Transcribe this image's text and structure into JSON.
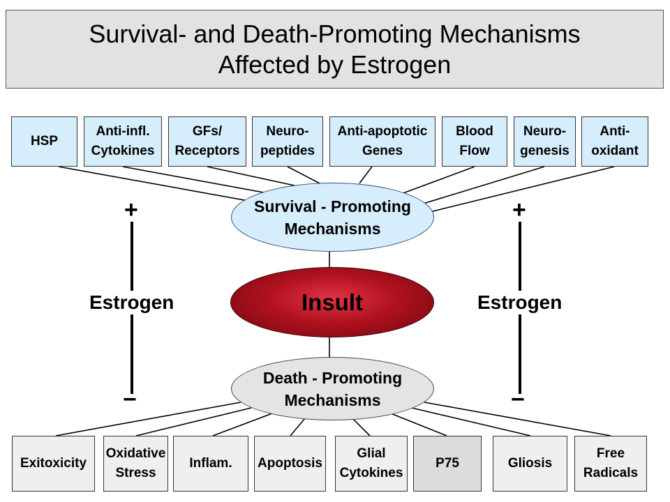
{
  "title": {
    "line1": "Survival- and Death-Promoting Mechanisms",
    "line2": "Affected by Estrogen"
  },
  "survival_factors": [
    "HSP",
    "Anti-infl.\nCytokines",
    "GFs/\nReceptors",
    "Neuro-\npeptides",
    "Anti-apoptotic\nGenes",
    "Blood\nFlow",
    "Neuro-\ngenesis",
    "Anti-\noxidant"
  ],
  "death_factors": [
    "Exitoxicity",
    "Oxidative\nStress",
    "Inflam.",
    "Apoptosis",
    "Glial\nCytokines",
    "P75",
    "Gliosis",
    "Free\nRadicals"
  ],
  "center": {
    "survival_line1": "Survival - Promoting",
    "survival_line2": "Mechanisms",
    "insult": "Insult",
    "death_line1": "Death - Promoting",
    "death_line2": "Mechanisms"
  },
  "estrogen": {
    "left_label": "Estrogen",
    "right_label": "Estrogen",
    "plus": "+",
    "minus": "−"
  },
  "colors": {
    "title_bg": "#e2e2e2",
    "survival_fill": "#d6eefc",
    "death_fill": "#efefef",
    "insult_fill": "#b0111f"
  }
}
